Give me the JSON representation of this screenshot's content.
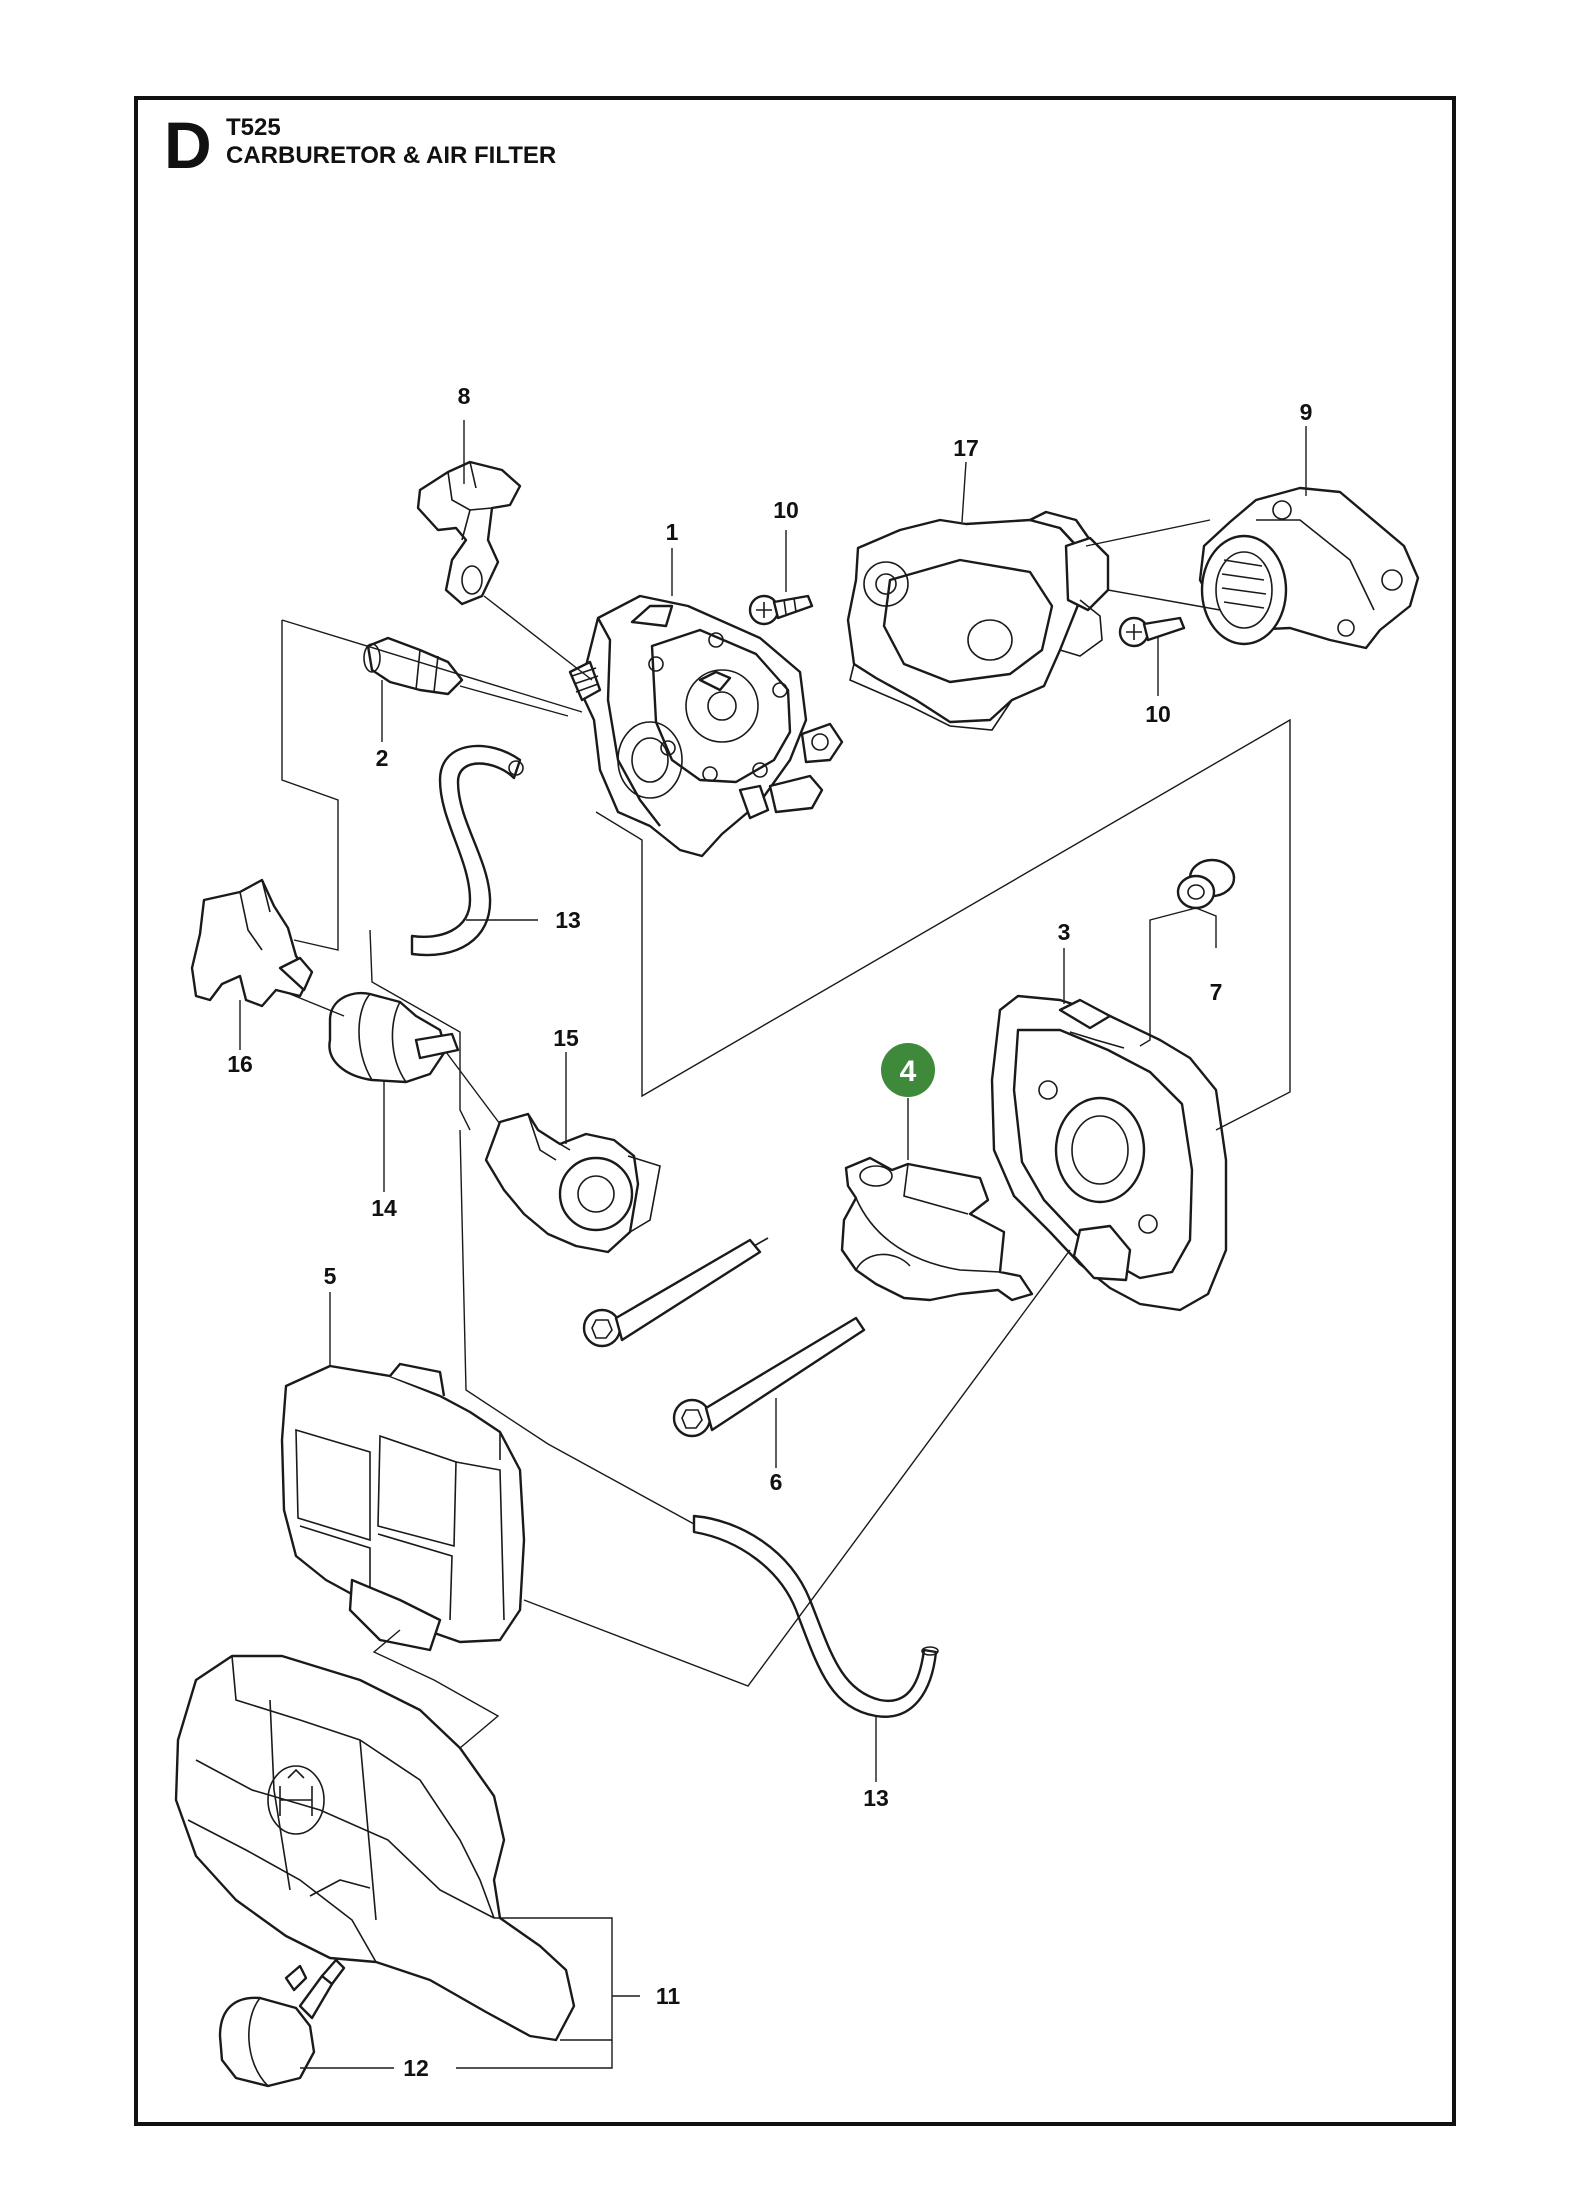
{
  "header": {
    "section_letter": "D",
    "model": "T525",
    "title": "CARBURETOR & AIR FILTER"
  },
  "highlight_color": "#3f8a3a",
  "callouts": {
    "c1": "1",
    "c2": "2",
    "c3": "3",
    "c4": "4",
    "c5": "5",
    "c6": "6",
    "c7": "7",
    "c8": "8",
    "c9": "9",
    "c10a": "10",
    "c10b": "10",
    "c11": "11",
    "c12": "12",
    "c13a": "13",
    "c13b": "13",
    "c14": "14",
    "c15": "15",
    "c16": "16",
    "c17": "17"
  },
  "logo_icon": "husqvarna-crown-icon"
}
